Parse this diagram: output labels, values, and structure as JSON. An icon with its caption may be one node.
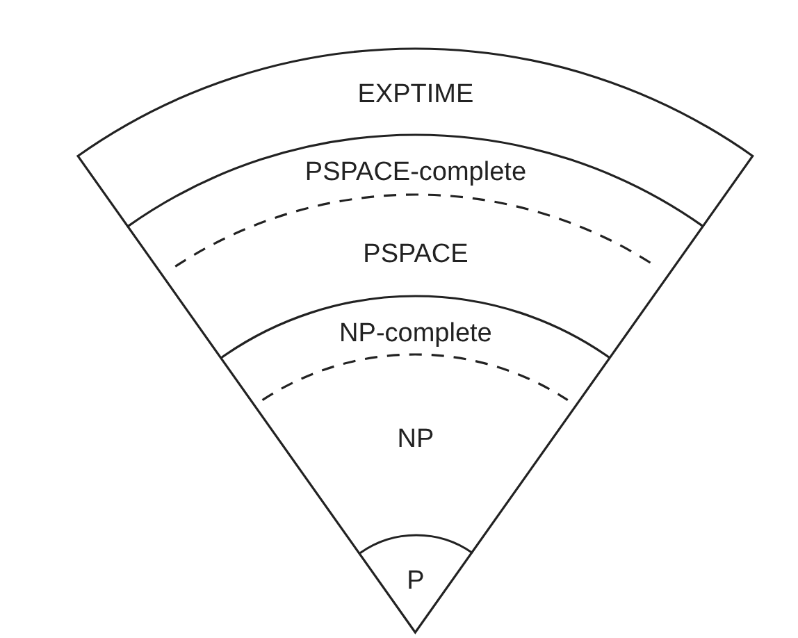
{
  "diagram": {
    "nodes": [
      {
        "text": [
          "EXPTIME"
        ]
      },
      {
        "text": [
          "PSPACE-complete"
        ],
        "in": 0
      },
      {
        "text": [
          "PSPACE"
        ],
        "in": 0
      },
      {
        "text": [
          "NP-complete"
        ],
        "in": 2
      },
      {
        "text": [
          "NP"
        ],
        "in": 2
      },
      {
        "text": [
          "P"
        ],
        "in": 4
      }
    ]
  }
}
